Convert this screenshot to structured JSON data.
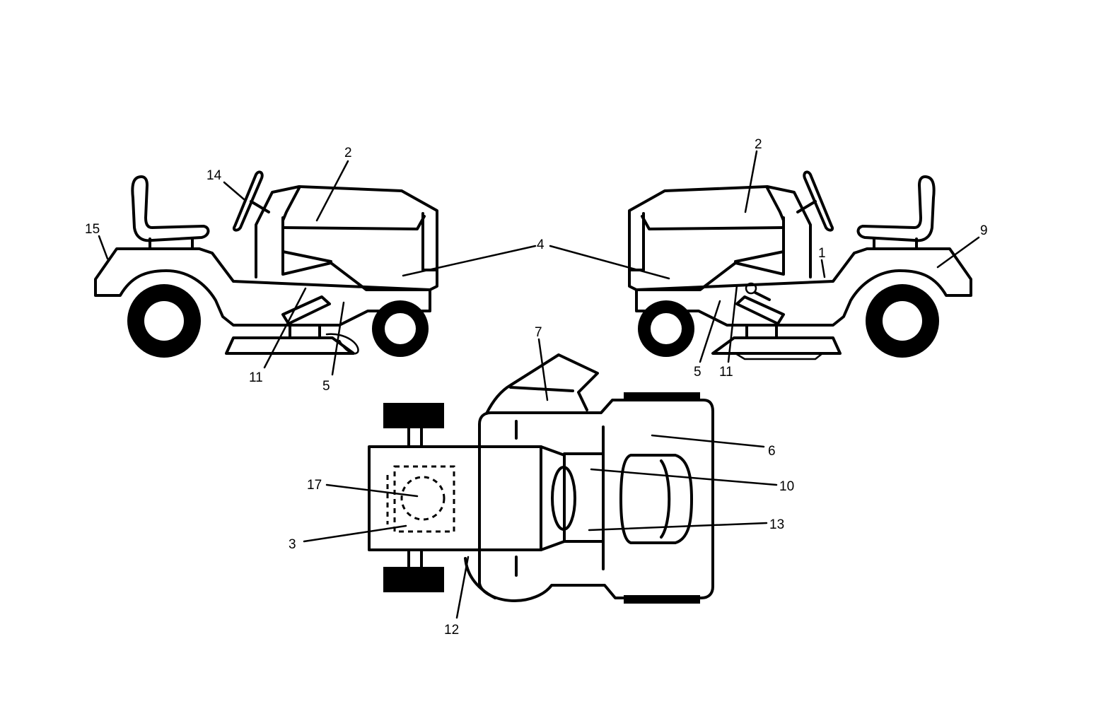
{
  "callouts": {
    "left_2": "2",
    "left_14": "14",
    "left_15": "15",
    "left_11": "11",
    "left_5": "5",
    "center_4": "4",
    "right_2": "2",
    "right_1": "1",
    "right_9": "9",
    "right_5": "5",
    "right_11": "11",
    "top_7": "7",
    "top_6": "6",
    "top_10": "10",
    "top_13": "13",
    "top_17": "17",
    "top_3": "3",
    "top_12": "12"
  },
  "colors": {
    "line": "#000000",
    "background": "#ffffff"
  }
}
